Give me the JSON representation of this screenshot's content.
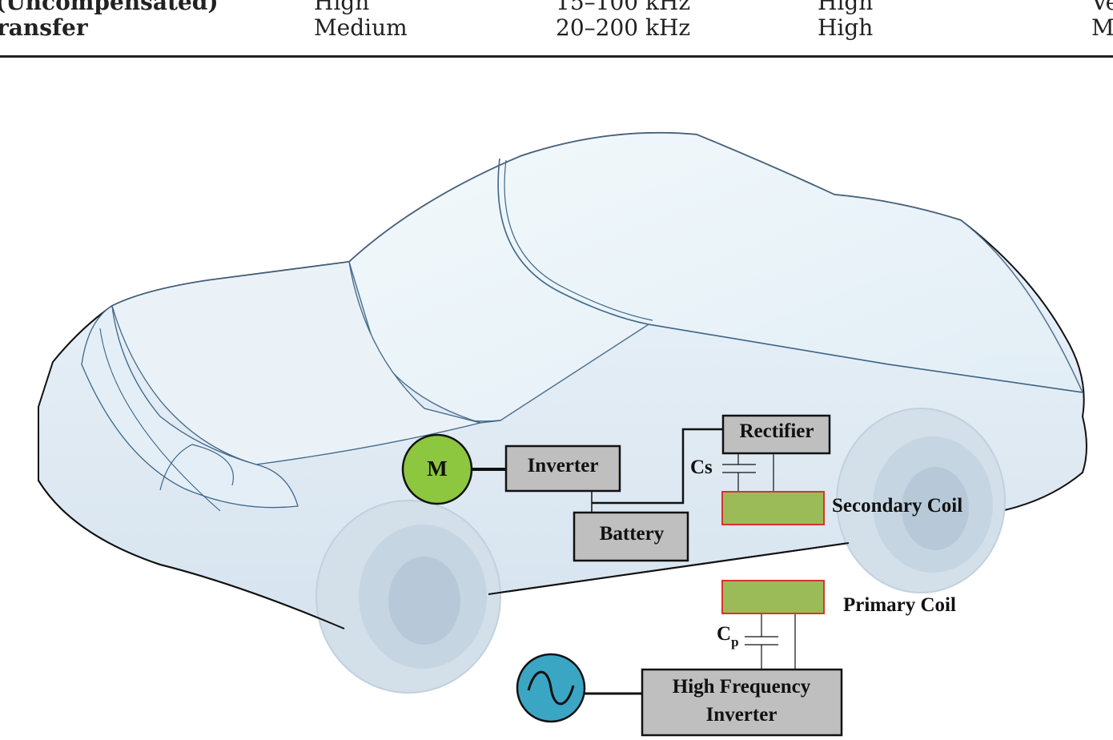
{
  "table": {
    "rows": [
      {
        "label": "(Uncompensated)",
        "cells": [
          "High",
          "15–100 kHz",
          "High",
          "Ve"
        ]
      },
      {
        "label": "ransfer",
        "cells": [
          "Medium",
          "20–200 kHz",
          "High",
          "M"
        ]
      }
    ]
  },
  "diagram": {
    "motor_label": "M",
    "inverter_label": "Inverter",
    "battery_label": "Battery",
    "rectifier_label": "Rectifier",
    "cs_label": "Cs",
    "secondary_coil_label": "Secondary Coil",
    "primary_coil_label": "Primary Coil",
    "cp_label": "C",
    "cp_subscript": "p",
    "hf_inverter_line1": "High Frequency",
    "hf_inverter_line2": "Inverter",
    "colors": {
      "motor": "#8dc63f",
      "coil_fill": "#9bbb59",
      "coil_border": "#d9342b",
      "box_fill": "#bfbfbf",
      "source": "#3aa6c4",
      "car_body": "#dce8f2",
      "car_outline": "#111111",
      "glass": "#eaf4fa"
    }
  }
}
